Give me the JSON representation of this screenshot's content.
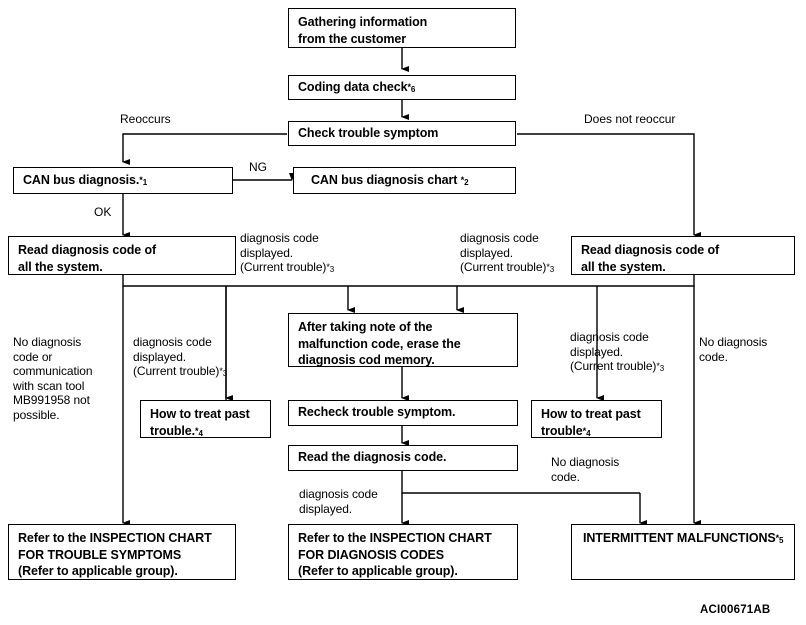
{
  "figure": {
    "code": "ACI00671AB",
    "stroke_color": "#000000",
    "background_color": "#ffffff"
  },
  "boxes": {
    "gathering_information": "Gathering information\nfrom the customer",
    "coding_data_check": "Coding data check*6",
    "check_trouble_symptom": "Check trouble symptom",
    "can_bus_diagnosis": "CAN bus diagnosis.*1",
    "can_bus_diagnosis_chart": "CAN bus diagnosis chart *2",
    "read_diagnosis_code_left": "Read diagnosis code of\nall the system.",
    "read_diagnosis_code_right": "Read diagnosis code of\nall the system.",
    "erase_diagnosis_memory": "After taking note of the\nmalfunction code, erase the\ndiagnosis cod memory.",
    "how_to_treat_past_trouble_left": "How to treat past\ntrouble.*4",
    "how_to_treat_past_trouble_right": "How to treat past\ntrouble*4",
    "recheck_trouble_symptom": "Recheck trouble symptom.",
    "read_the_diagnosis_code": "Read the diagnosis code.",
    "refer_inspection_chart_trouble_symptoms": "Refer to the INSPECTION CHART\nFOR TROUBLE SYMPTOMS\n(Refer to applicable group).",
    "refer_inspection_chart_diagnosis_codes": "Refer to the INSPECTION CHART\nFOR DIAGNOSIS CODES\n(Refer to applicable group).",
    "intermittent_malfunctions": "INTERMITTENT MALFUNCTIONS*5"
  },
  "edge_labels": {
    "reoccurs": "Reoccurs",
    "does_not_reoccur": "Does not reoccur",
    "ng": "NG",
    "ok": "OK"
  },
  "notes": {
    "diagnosis_code_displayed_left_top": "diagnosis code\ndisplayed.\n(Current trouble)*3",
    "diagnosis_code_displayed_right_top": "diagnosis code\ndisplayed.\n(Current trouble)*3",
    "no_diagnosis_code_or_communication": "No diagnosis\ncode or\ncommunication\nwith scan tool\nMB991958 not\npossible.",
    "diagnosis_code_displayed_left_mid": "diagnosis  code\ndisplayed.\n(Current trouble)*3",
    "diagnosis_code_displayed_right_mid": "diagnosis code\ndisplayed.\n(Current trouble)*3",
    "no_diagnosis_code_right": "No diagnosis\ncode.",
    "no_diagnosis_code_bottom": "No diagnosis\ncode.",
    "diagnosis_code_displayed_bottom": "diagnosis  code\ndisplayed."
  }
}
